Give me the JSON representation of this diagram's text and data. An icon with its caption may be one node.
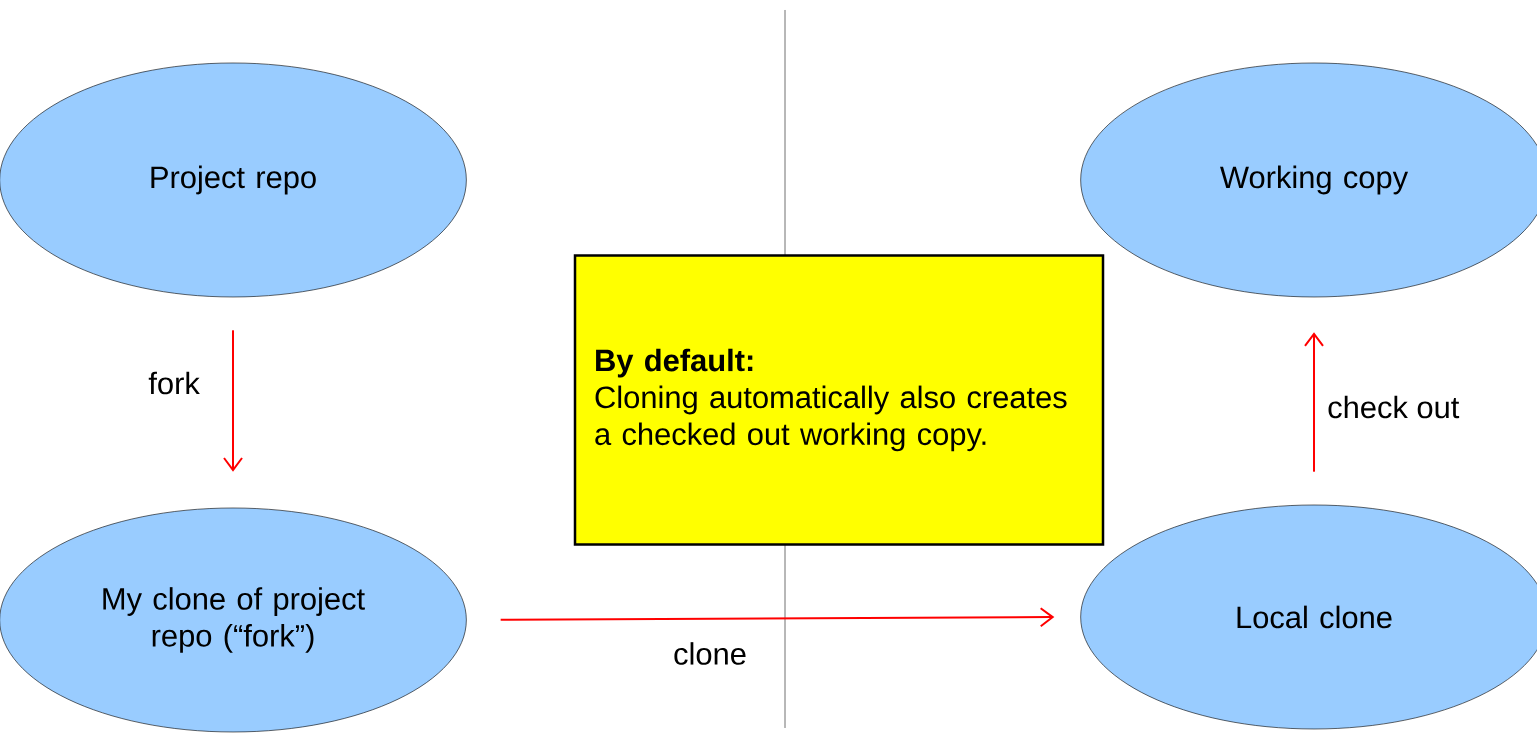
{
  "diagram": {
    "nodes": [
      {
        "text": [
          "Project repo"
        ]
      },
      {
        "text": [
          "My clone of project repo (“fork”)"
        ]
      },
      {
        "text": [
          "Working copy"
        ]
      },
      {
        "text": [
          "Local clone"
        ]
      },
      {
        "text": [
          "By default:",
          "Cloning automatically also creates a checked out working copy."
        ]
      }
    ],
    "edges": [
      {
        "from": 0,
        "to": 1,
        "arrow": "to",
        "label": "fork"
      },
      {
        "from": 1,
        "to": 3,
        "arrow": "to",
        "label": "clone"
      },
      {
        "from": 3,
        "to": 2,
        "arrow": "to",
        "label": "check out"
      }
    ]
  }
}
